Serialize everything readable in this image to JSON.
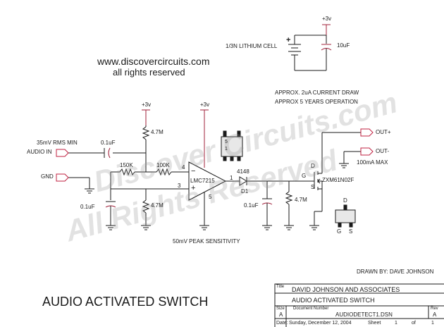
{
  "header": {
    "website": "www.discovercircuits.com",
    "rights": "all rights reserved"
  },
  "title": "AUDIO ACTIVATED SWITCH",
  "watermark": {
    "line1": "Discover Circuits.com",
    "line2": "All Rights Reserved"
  },
  "supply": {
    "top_rail": "+3v",
    "opamp_rail": "+3v",
    "bias_rail": "+3v",
    "battery": "1/3N LITHIUM CELL",
    "battery_cap": "10uF",
    "current_note": "APPROX. 2uA CURRENT DRAW",
    "life_note": "APPROX 5 YEARS OPERATION"
  },
  "inputs": {
    "sensitivity": "35mV RMS MIN",
    "audio_in": "AUDIO IN",
    "gnd": "GND"
  },
  "components": {
    "c_in": "0.1uF",
    "r_bias_top": "4.7M",
    "r_feedback": "150K",
    "r_input": "100K",
    "c_bias": "0.1uF",
    "r_bias_bottom": "4.7M",
    "opamp": "LMC7215",
    "pin_4": "4",
    "pin_3": "3",
    "pin_1": "1",
    "pin_5": "5",
    "pin_minus": "−",
    "pin_plus": "+",
    "diode_part": "4148",
    "diode_ref": "D1",
    "c_out": "0.1uF",
    "r_out": "4.7M",
    "mosfet": "ZXM61N02F",
    "gate": "G",
    "source": "S",
    "drain": "D",
    "ic_pin_5": "5",
    "ic_pin_1": "1",
    "pkg_d": "D",
    "pkg_g": "G",
    "pkg_s": "S"
  },
  "outputs": {
    "out_plus": "OUT+",
    "out_minus": "OUT-",
    "max_current": "100mA MAX"
  },
  "sensitivity_note": "50mV PEAK SENSITIVITY",
  "drawn_by": "DRAWN BY:  DAVE JOHNSON",
  "title_block": {
    "title_label": "Title",
    "company": "DAVID JOHNSON AND ASSOCIATES",
    "title": "AUDIO ACTIVATED SWITCH",
    "size_label": "Size",
    "size": "A",
    "doc_label": "Document Number",
    "doc": "AUDIODETECT1.DSN",
    "rev_label": "Rev",
    "rev": "A",
    "date_label": "Date:",
    "date": "Sunday, December 12, 2004",
    "sheet_label": "Sheet",
    "sheet_num": "1",
    "of_label": "of",
    "sheet_total": "1"
  },
  "colors": {
    "wire": "#1a1a1a",
    "supply": "#a0203a",
    "connector": "#c02040",
    "watermark": "#969696"
  }
}
